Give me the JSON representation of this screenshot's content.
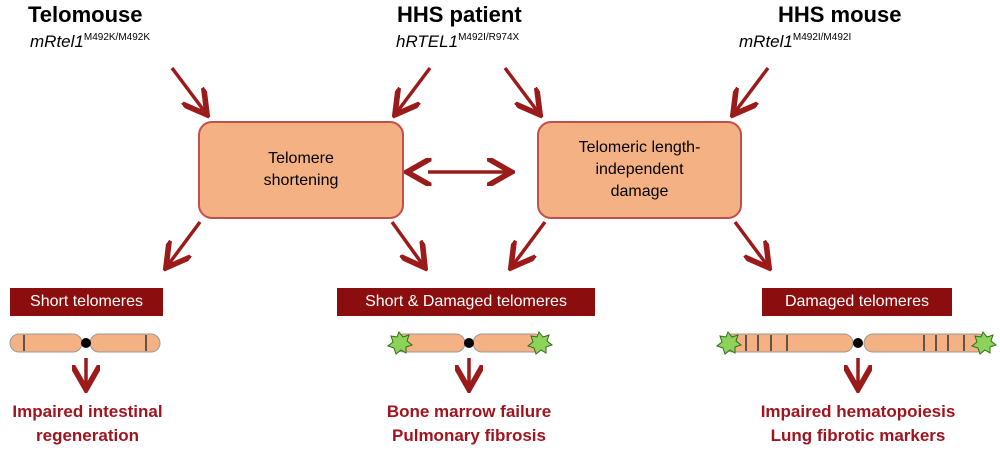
{
  "headers": {
    "left": "Telomouse",
    "middle": "HHS patient",
    "right": "HHS mouse"
  },
  "genotypes": {
    "left": {
      "gene": "mRtel1",
      "alleles": "M492K/M492K"
    },
    "middle": {
      "gene": "hRTEL1",
      "alleles": "M492I/R974X"
    },
    "right": {
      "gene": "mRtel1",
      "alleles": "M492I/M492I"
    }
  },
  "mechanisms": {
    "left": [
      "Telomere",
      "shortening"
    ],
    "right": [
      "Telomeric length-",
      "independent",
      "damage"
    ]
  },
  "phenotypes": {
    "left": "Short telomeres",
    "middle": "Short & Damaged telomeres",
    "right": "Damaged telomeres"
  },
  "outcomes": {
    "left": [
      "Impaired intestinal",
      "regeneration"
    ],
    "middle": [
      "Bone marrow failure",
      "Pulmonary fibrosis"
    ],
    "right": [
      "Impaired hematopoiesis",
      "Lung fibrotic markers"
    ]
  },
  "colors": {
    "arrow": "#9b1b1b",
    "box_fill": "#f4b183",
    "box_border": "#c0504d",
    "banner_fill": "#8b0d0d",
    "outcome_text": "#a0141e",
    "chromosome_fill": "#f4b183",
    "damage_fill": "#8dd35a"
  }
}
